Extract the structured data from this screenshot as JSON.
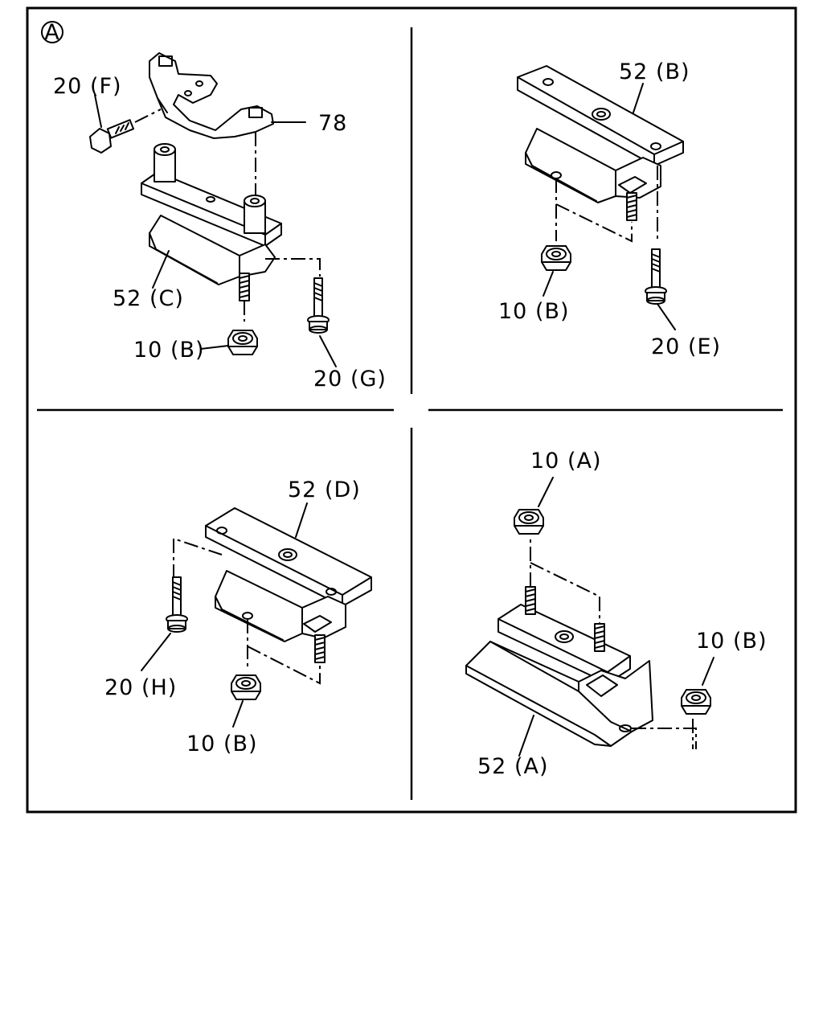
{
  "diagram": {
    "section_marker": "A",
    "panel_tl": {
      "bolt_f": "20 (F)",
      "bracket": "78",
      "mount_c": "52 (C)",
      "nut_b": "10 (B)",
      "bolt_g": "20 (G)"
    },
    "panel_tr": {
      "mount_b": "52 (B)",
      "nut_b": "10 (B)",
      "bolt_e": "20 (E)"
    },
    "panel_bl": {
      "mount_d": "52 (D)",
      "bolt_h": "20 (H)",
      "nut_b": "10 (B)"
    },
    "panel_br": {
      "nut_a": "10 (A)",
      "nut_b": "10 (B)",
      "mount_a": "52 (A)"
    }
  }
}
